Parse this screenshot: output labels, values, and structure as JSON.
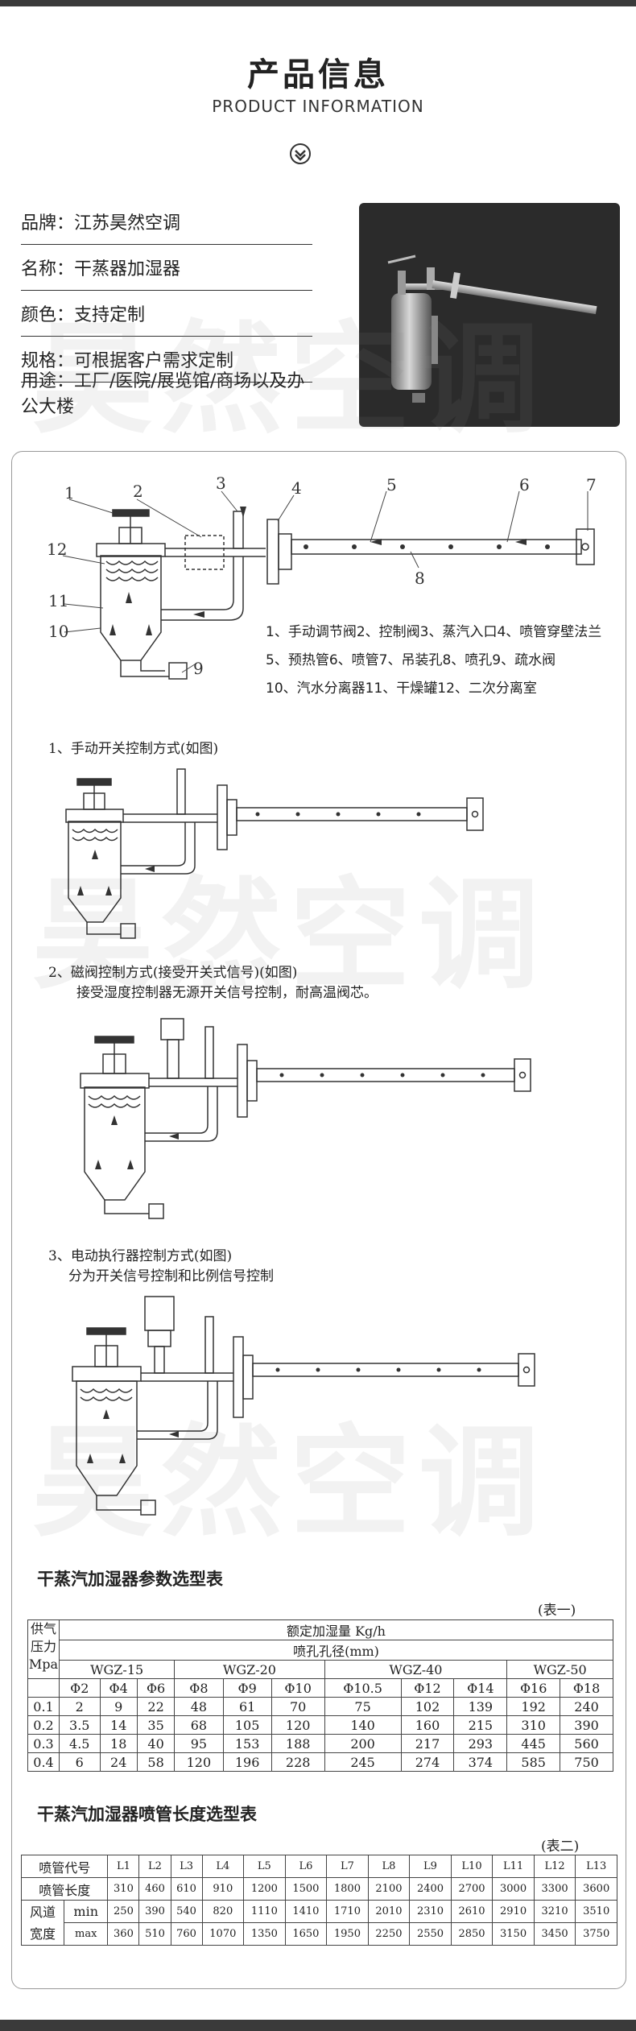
{
  "header": {
    "title": "产品信息",
    "subtitle": "PRODUCT INFORMATION"
  },
  "specs": [
    "品牌：江苏昊然空调",
    "名称：干蒸器加湿器",
    "颜色：支持定制",
    "规格：可根据客户需求定制",
    "用途：工厂/医院/展览馆/商场以及办公大楼"
  ],
  "watermark": "昊然空调",
  "diagram1": {
    "numbers": [
      "1",
      "2",
      "3",
      "4",
      "5",
      "6",
      "7",
      "8",
      "9",
      "10",
      "11",
      "12"
    ],
    "legend": [
      "1、手动调节阀2、控制阀3、蒸汽入口4、喷管穿壁法兰",
      "5、预热管6、喷管7、吊装孔8、喷孔9、疏水阀",
      "10、汽水分离器11、干燥罐12、二次分离室"
    ]
  },
  "method1": {
    "title": "1、手动开关控制方式(如图)"
  },
  "method2": {
    "title": "2、磁阀控制方式(接受开关式信号)(如图)",
    "desc": "接受湿度控制器无源开关信号控制，耐高温阀芯。"
  },
  "method3": {
    "title": "3、电动执行器控制方式(如图)",
    "desc": "分为开关信号控制和比例信号控制"
  },
  "table1": {
    "title": "干蒸汽加湿器参数选型表",
    "note": "(表一)",
    "row_head": [
      "供气",
      "压力",
      "Mpa"
    ],
    "top_label": "额定加湿量 Kg/h",
    "sub_label": "喷孔孔径(mm)",
    "models": [
      "WGZ-15",
      "WGZ-20",
      "WGZ-40",
      "WGZ-50"
    ],
    "holes": [
      "Φ2",
      "Φ4",
      "Φ6",
      "Φ8",
      "Φ9",
      "Φ10",
      "Φ10.5",
      "Φ12",
      "Φ14",
      "Φ16",
      "Φ18"
    ],
    "rows": [
      [
        "0.1",
        "2",
        "9",
        "22",
        "48",
        "61",
        "70",
        "75",
        "102",
        "139",
        "192",
        "240"
      ],
      [
        "0.2",
        "3.5",
        "14",
        "35",
        "68",
        "105",
        "120",
        "140",
        "160",
        "215",
        "310",
        "390"
      ],
      [
        "0.3",
        "4.5",
        "18",
        "40",
        "95",
        "153",
        "188",
        "200",
        "217",
        "293",
        "445",
        "560"
      ],
      [
        "0.4",
        "6",
        "24",
        "58",
        "120",
        "196",
        "228",
        "245",
        "274",
        "374",
        "585",
        "750"
      ]
    ]
  },
  "table2": {
    "title": "干蒸汽加湿器喷管长度选型表",
    "note": "(表二)",
    "code_label": "喷管代号",
    "codes": [
      "L1",
      "L2",
      "L3",
      "L4",
      "L5",
      "L6",
      "L7",
      "L8",
      "L9",
      "L10",
      "L11",
      "L12",
      "L13"
    ],
    "length_label": "喷管长度",
    "lengths": [
      "310",
      "460",
      "610",
      "910",
      "1200",
      "1500",
      "1800",
      "2100",
      "2400",
      "2700",
      "3000",
      "3300",
      "3600"
    ],
    "duct_label_1": "风道",
    "duct_label_2": "宽度",
    "min_label": "min",
    "min": [
      "250",
      "390",
      "540",
      "820",
      "1110",
      "1410",
      "1710",
      "2010",
      "2310",
      "2610",
      "2910",
      "3210",
      "3510"
    ],
    "max_label": "max",
    "max": [
      "360",
      "510",
      "760",
      "1070",
      "1350",
      "1650",
      "1950",
      "2250",
      "2550",
      "2850",
      "3150",
      "3450",
      "3750"
    ]
  }
}
